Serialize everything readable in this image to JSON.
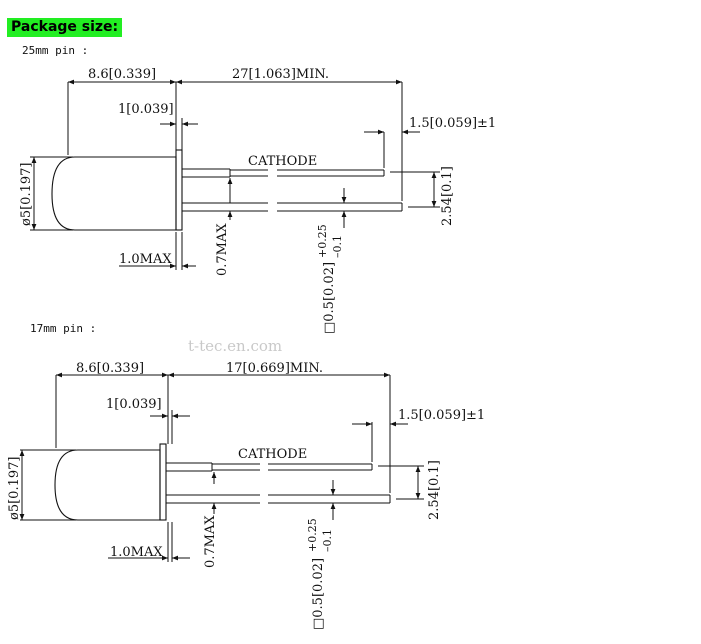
{
  "header": {
    "title": "Package size:"
  },
  "watermark": "t-tec.en.com",
  "drawings": [
    {
      "caption": "25mm pin :",
      "dim_body_length": "8.6[0.339]",
      "dim_lead_length": "27[1.063]MIN.",
      "dim_flange": "1[0.039]",
      "dim_lead_step": "1.5[0.059]±1",
      "label_cathode": "CATHODE",
      "dim_diameter": "ø5[0.197]",
      "dim_pitch": "2.54[0.1]",
      "dim_flange_max": "1.0MAX",
      "dim_lead_neck": "0.7MAX",
      "dim_lead_base": "□0.5[0.02]",
      "tol_plus": "+0.25",
      "tol_minus": "–0.1"
    },
    {
      "caption": "17mm pin :",
      "dim_body_length": "8.6[0.339]",
      "dim_lead_length": "17[0.669]MIN.",
      "dim_flange": "1[0.039]",
      "dim_lead_step": "1.5[0.059]±1",
      "label_cathode": "CATHODE",
      "dim_diameter": "ø5[0.197]",
      "dim_pitch": "2.54[0.1]",
      "dim_flange_max": "1.0MAX",
      "dim_lead_neck": "0.7MAX",
      "dim_lead_base": "□0.5[0.02]",
      "tol_plus": "+0.25",
      "tol_minus": "–0.1"
    }
  ],
  "colors": {
    "title_bg": "#22ee22",
    "line": "#111111",
    "watermark": "#c9c9c9"
  }
}
